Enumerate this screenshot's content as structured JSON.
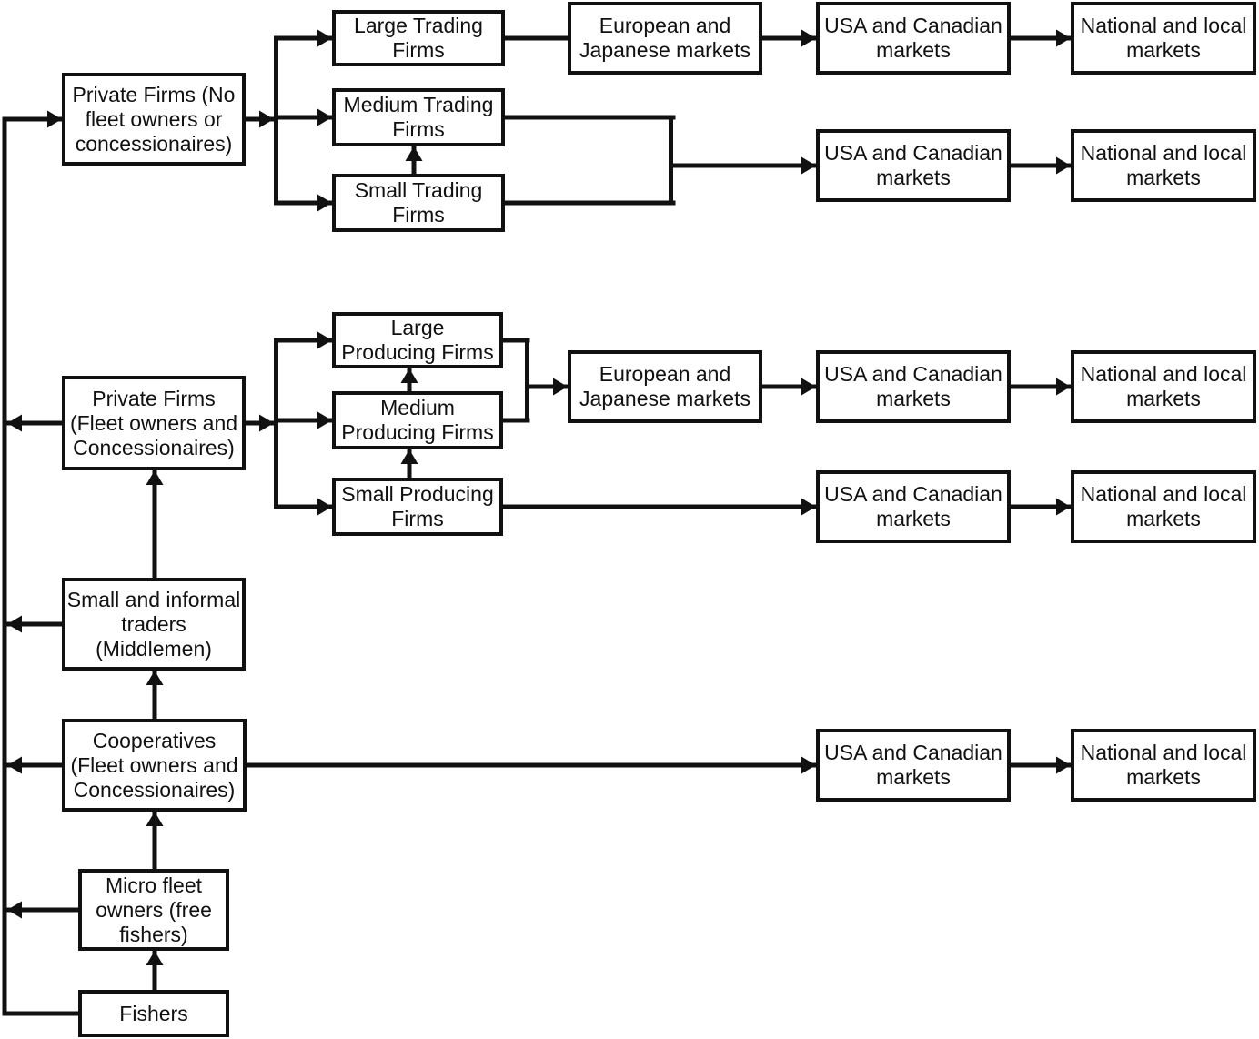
{
  "diagram": {
    "type": "flowchart",
    "background": "#ffffff",
    "line_color": "#111111",
    "box_border_color": "#111111",
    "text_color": "#111111",
    "nodes": {
      "large_trading": {
        "label": "Large Trading\nFirms"
      },
      "medium_trading": {
        "label": "Medium Trading\nFirms"
      },
      "small_trading": {
        "label": "Small Trading\nFirms"
      },
      "euro_japan_1": {
        "label": "European and\nJapanese markets"
      },
      "usa_1": {
        "label": "USA and Canadian\nmarkets"
      },
      "national_1": {
        "label": "National and local\nmarkets"
      },
      "private_no_fleet": {
        "label": "Private Firms (No\nfleet owners or\nconcessionaires)"
      },
      "usa_2": {
        "label": "USA and Canadian\nmarkets"
      },
      "national_2": {
        "label": "National and local\nmarkets"
      },
      "large_producing": {
        "label": "Large\nProducing Firms"
      },
      "medium_producing": {
        "label": "Medium\nProducing Firms"
      },
      "small_producing": {
        "label": "Small Producing\nFirms"
      },
      "euro_japan_2": {
        "label": "European and\nJapanese markets"
      },
      "usa_3": {
        "label": "USA and Canadian\nmarkets"
      },
      "national_3": {
        "label": "National and local\nmarkets"
      },
      "private_fleet": {
        "label": "Private Firms\n(Fleet owners and\nConcessionaires)"
      },
      "usa_4": {
        "label": "USA and Canadian\nmarkets"
      },
      "national_4": {
        "label": "National and local\nmarkets"
      },
      "small_informal": {
        "label": "Small and informal\ntraders\n(Middlemen)"
      },
      "cooperatives": {
        "label": "Cooperatives\n(Fleet owners and\nConcessionaires)"
      },
      "usa_5": {
        "label": "USA and Canadian\nmarkets"
      },
      "national_5": {
        "label": "National and local\nmarkets"
      },
      "micro_fleet": {
        "label": "Micro fleet\nowners (free\nfishers)"
      },
      "fishers": {
        "label": "Fishers"
      }
    },
    "edges": [
      {
        "from": "fishers",
        "to": "micro_fleet"
      },
      {
        "from": "fishers",
        "to": "collector_channel"
      },
      {
        "from": "micro_fleet",
        "to": "cooperatives"
      },
      {
        "from": "micro_fleet",
        "to": "collector_channel"
      },
      {
        "from": "cooperatives",
        "to": "small_informal"
      },
      {
        "from": "cooperatives",
        "to": "collector_channel"
      },
      {
        "from": "cooperatives",
        "to": "usa_5"
      },
      {
        "from": "small_informal",
        "to": "private_fleet"
      },
      {
        "from": "small_informal",
        "to": "collector_channel"
      },
      {
        "from": "private_fleet",
        "to": "collector_channel"
      },
      {
        "from": "private_fleet",
        "to": "large_producing"
      },
      {
        "from": "private_fleet",
        "to": "medium_producing"
      },
      {
        "from": "private_fleet",
        "to": "small_producing"
      },
      {
        "from": "collector_channel",
        "to": "private_no_fleet"
      },
      {
        "from": "private_no_fleet",
        "to": "large_trading"
      },
      {
        "from": "private_no_fleet",
        "to": "medium_trading"
      },
      {
        "from": "private_no_fleet",
        "to": "small_trading"
      },
      {
        "from": "small_trading",
        "to": "medium_trading"
      },
      {
        "from": "large_trading",
        "to": "euro_japan_1"
      },
      {
        "from": "euro_japan_1",
        "to": "usa_1"
      },
      {
        "from": "usa_1",
        "to": "national_1"
      },
      {
        "from": "medium_trading",
        "to": "usa_2"
      },
      {
        "from": "small_trading",
        "to": "usa_2"
      },
      {
        "from": "usa_2",
        "to": "national_2"
      },
      {
        "from": "small_producing",
        "to": "medium_producing"
      },
      {
        "from": "medium_producing",
        "to": "large_producing"
      },
      {
        "from": "large_producing",
        "to": "euro_japan_2"
      },
      {
        "from": "medium_producing",
        "to": "euro_japan_2"
      },
      {
        "from": "euro_japan_2",
        "to": "usa_3"
      },
      {
        "from": "usa_3",
        "to": "national_3"
      },
      {
        "from": "small_producing",
        "to": "usa_4"
      },
      {
        "from": "usa_4",
        "to": "national_4"
      },
      {
        "from": "usa_5",
        "to": "national_5"
      }
    ]
  }
}
